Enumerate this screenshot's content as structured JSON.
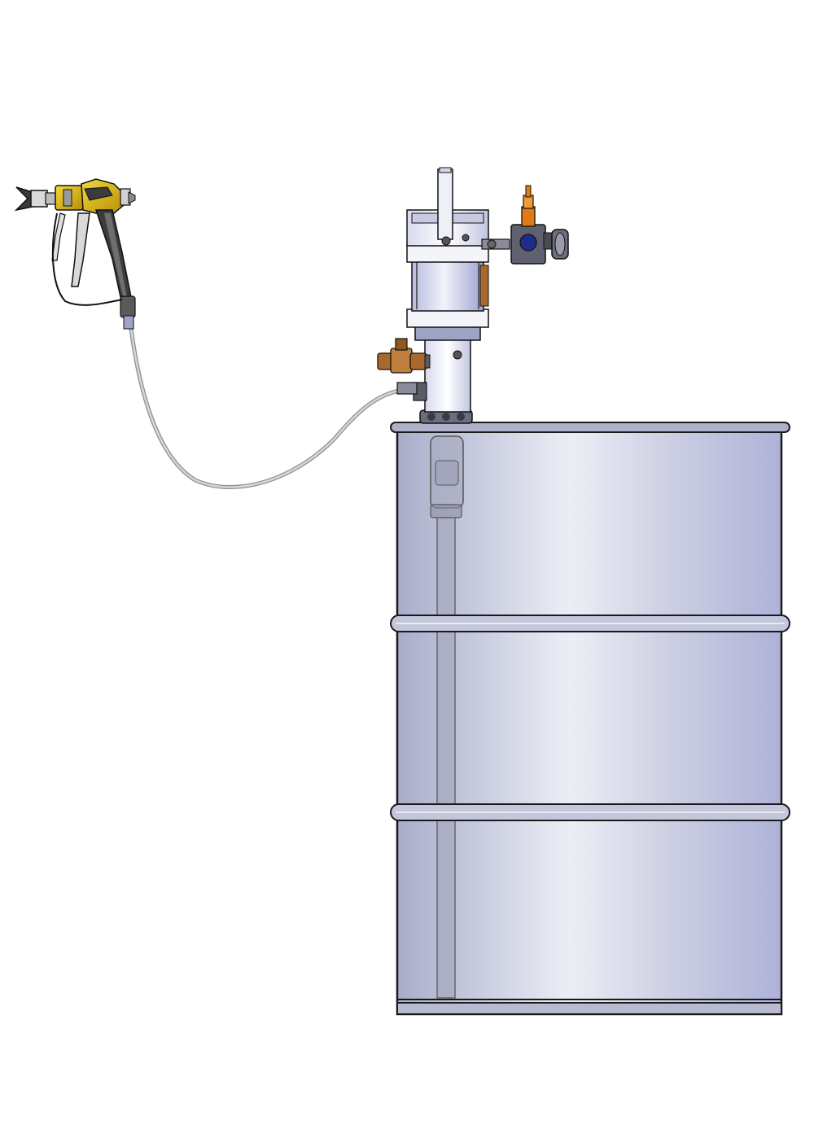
{
  "diagram": {
    "components": [
      {
        "id": "spray-gun",
        "icon": "spray-gun-icon"
      },
      {
        "id": "fluid-hose",
        "icon": "hose-icon"
      },
      {
        "id": "air-pump",
        "icon": "pump-icon"
      },
      {
        "id": "air-regulator",
        "icon": "pressure-regulator-icon"
      },
      {
        "id": "outlet-valve",
        "icon": "valve-icon"
      },
      {
        "id": "suction-tube",
        "icon": "tube-icon"
      },
      {
        "id": "drum",
        "icon": "drum-icon"
      }
    ],
    "colors": {
      "drum_body": "#c9ccdf",
      "drum_highlight": "#eceef6",
      "drum_shadow": "#a8accc",
      "outline": "#1a1a1a",
      "gun_yellow": "#e8c21a",
      "brass": "#a86a2c",
      "regulator_orange": "#e07b14",
      "regulator_blue": "#1f2d8a",
      "hose": "#c4c4c4",
      "pump_body": "#dde0f2"
    }
  }
}
